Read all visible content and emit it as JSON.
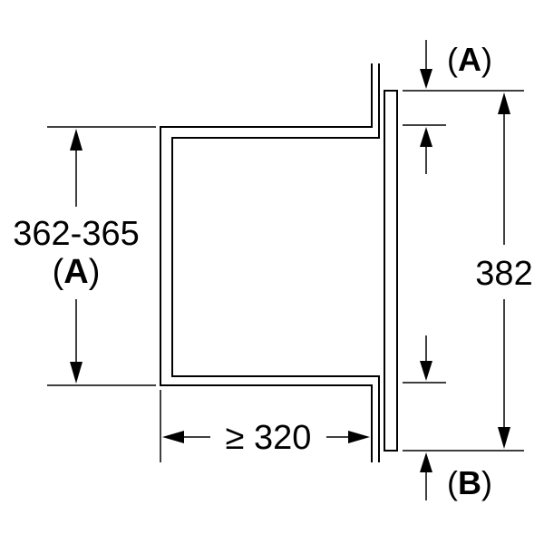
{
  "diagram": {
    "height_range": "362-365",
    "label_a_left": "(A)",
    "label_a_left_letter": "A",
    "depth_label": "≥ 320",
    "height_total": "382",
    "label_a_top": "(A)",
    "label_a_top_letter": "A",
    "label_b_bottom": "(B)",
    "label_b_bottom_letter": "B"
  },
  "colors": {
    "line": "#000000",
    "background": "#ffffff"
  }
}
